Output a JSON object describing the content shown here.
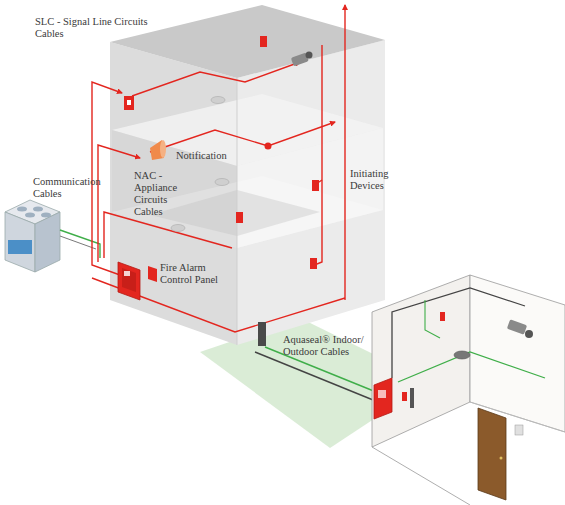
{
  "diagram": {
    "labels": [
      "SLC - Signal Line Circuits Cables",
      "Communication Cables",
      "NAC - Appliance Circuits Cables",
      "Notification",
      "Initiating Devices",
      "Fire Alarm Control Panel",
      "Aquaseal® Indoor/ Outdoor Cables"
    ]
  }
}
